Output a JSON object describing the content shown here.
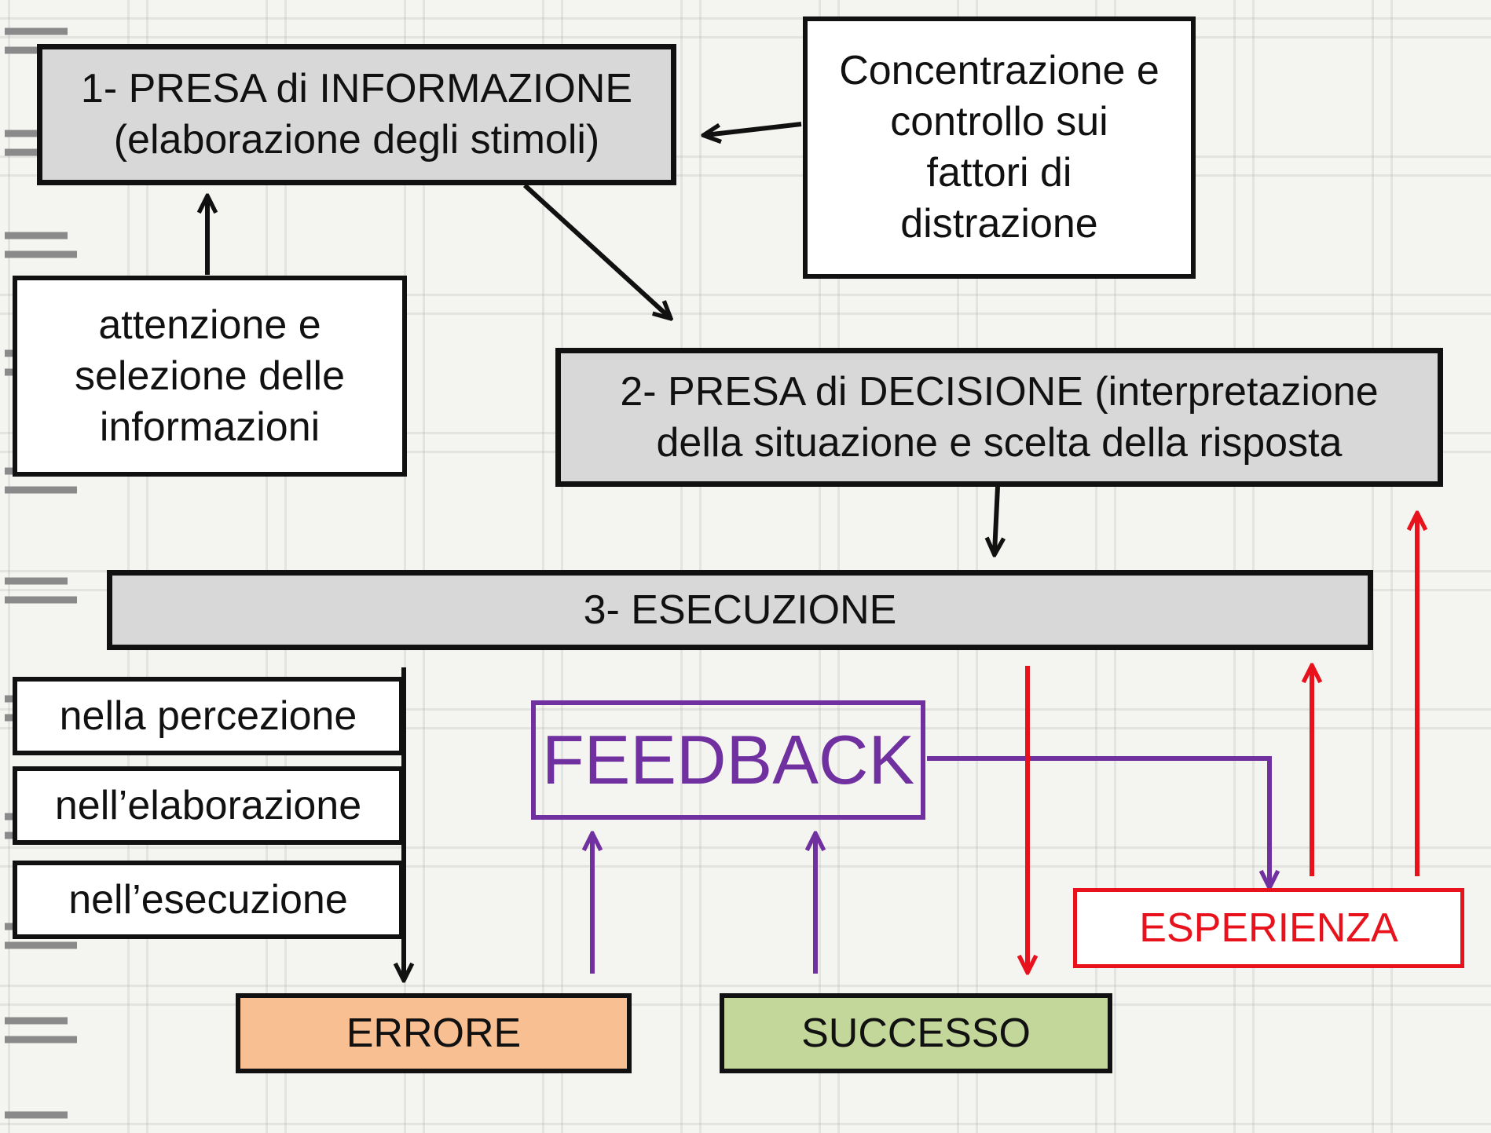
{
  "diagram": {
    "info_box": {
      "line1": "1- PRESA di INFORMAZIONE",
      "line2": "(elaborazione degli stimoli)"
    },
    "concentration_box": {
      "line1": "Concentrazione e",
      "line2": "controllo sui",
      "line3": "fattori di",
      "line4": "distrazione"
    },
    "attention_box": {
      "line1": "attenzione e",
      "line2": "selezione delle",
      "line3": "informazioni"
    },
    "decision_box": {
      "line1": "2- PRESA di DECISIONE (interpretazione",
      "line2": "della situazione e scelta della risposta"
    },
    "execution_box": {
      "label": "3- ESECUZIONE"
    },
    "error_sources": [
      "nella percezione",
      "nell’elaborazione",
      "nell’esecuzione"
    ],
    "feedback_box": {
      "label": "FEEDBACK"
    },
    "experience_box": {
      "label": "ESPERIENZA"
    },
    "error_box": {
      "label": "ERRORE"
    },
    "success_box": {
      "label": "SUCCESSO"
    }
  },
  "colors": {
    "feedback": "#7030a0",
    "experience": "#e8121c",
    "error_fill": "#f8c092",
    "success_fill": "#c4d79b",
    "step_fill": "#d8d8d8"
  }
}
